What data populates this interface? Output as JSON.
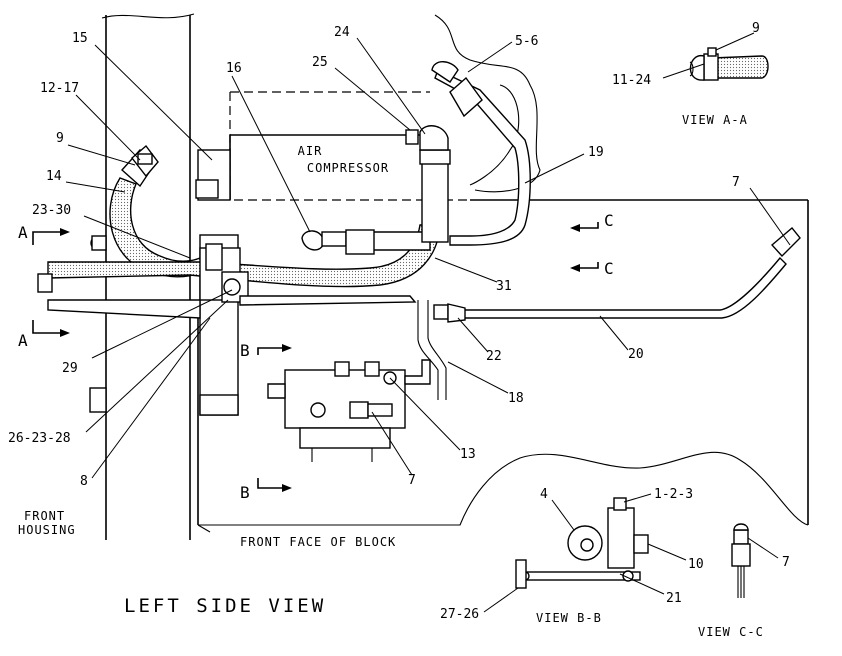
{
  "view_title": "LEFT SIDE VIEW",
  "components": {
    "air_compressor_line1": "AIR",
    "air_compressor_line2": "COMPRESSOR",
    "front_housing_line1": "FRONT",
    "front_housing_line2": "HOUSING",
    "front_face_of_block": "FRONT FACE OF BLOCK"
  },
  "section_markers": {
    "a": "A",
    "b": "B",
    "c": "C"
  },
  "detail_views": {
    "view_aa": "VIEW A-A",
    "view_bb": "VIEW B-B",
    "view_cc": "VIEW C-C"
  },
  "callouts": {
    "c15": "15",
    "c12_17": "12-17",
    "c9": "9",
    "c14": "14",
    "c23_30": "23-30",
    "c16": "16",
    "c25": "25",
    "c24": "24",
    "c5_6": "5-6",
    "c19": "19",
    "c7_right": "7",
    "c31": "31",
    "c29": "29",
    "c26_23_28": "26-23-28",
    "c8": "8",
    "c22": "22",
    "c20": "20",
    "c18": "18",
    "c13": "13",
    "c7_mid": "7",
    "c9_aa": "9",
    "c11_24": "11-24",
    "c4": "4",
    "c1_2_3": "1-2-3",
    "c10": "10",
    "c21": "21",
    "c27_26": "27-26",
    "c7_cc": "7"
  }
}
